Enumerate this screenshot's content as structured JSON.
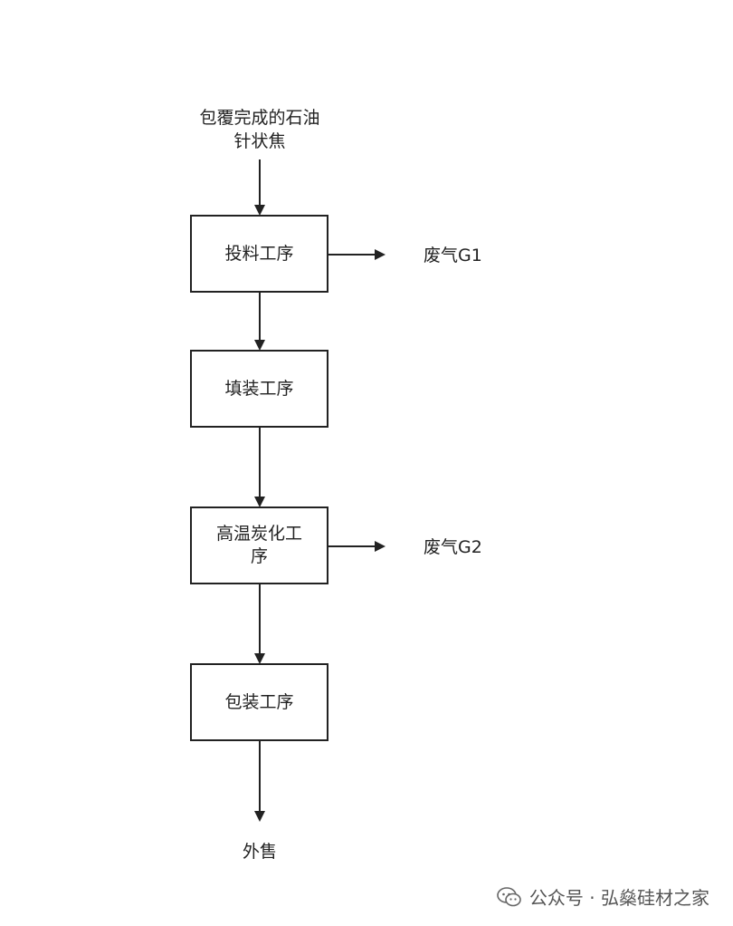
{
  "input_label_line1": "包覆完成的石油",
  "input_label_line2": "针状焦",
  "steps": [
    {
      "label": "投料工序"
    },
    {
      "label": "填装工序"
    },
    {
      "label": "高温炭化工\n序"
    },
    {
      "label": "包装工序"
    }
  ],
  "emissions": [
    {
      "label": "废气G1"
    },
    {
      "label": "废气G2"
    }
  ],
  "output_label": "外售",
  "watermark": {
    "icon": "wechat-icon",
    "text": "公众号 · 弘燊硅材之家"
  },
  "colors": {
    "stroke": "#222222",
    "text": "#222222",
    "watermark": "#555555"
  }
}
